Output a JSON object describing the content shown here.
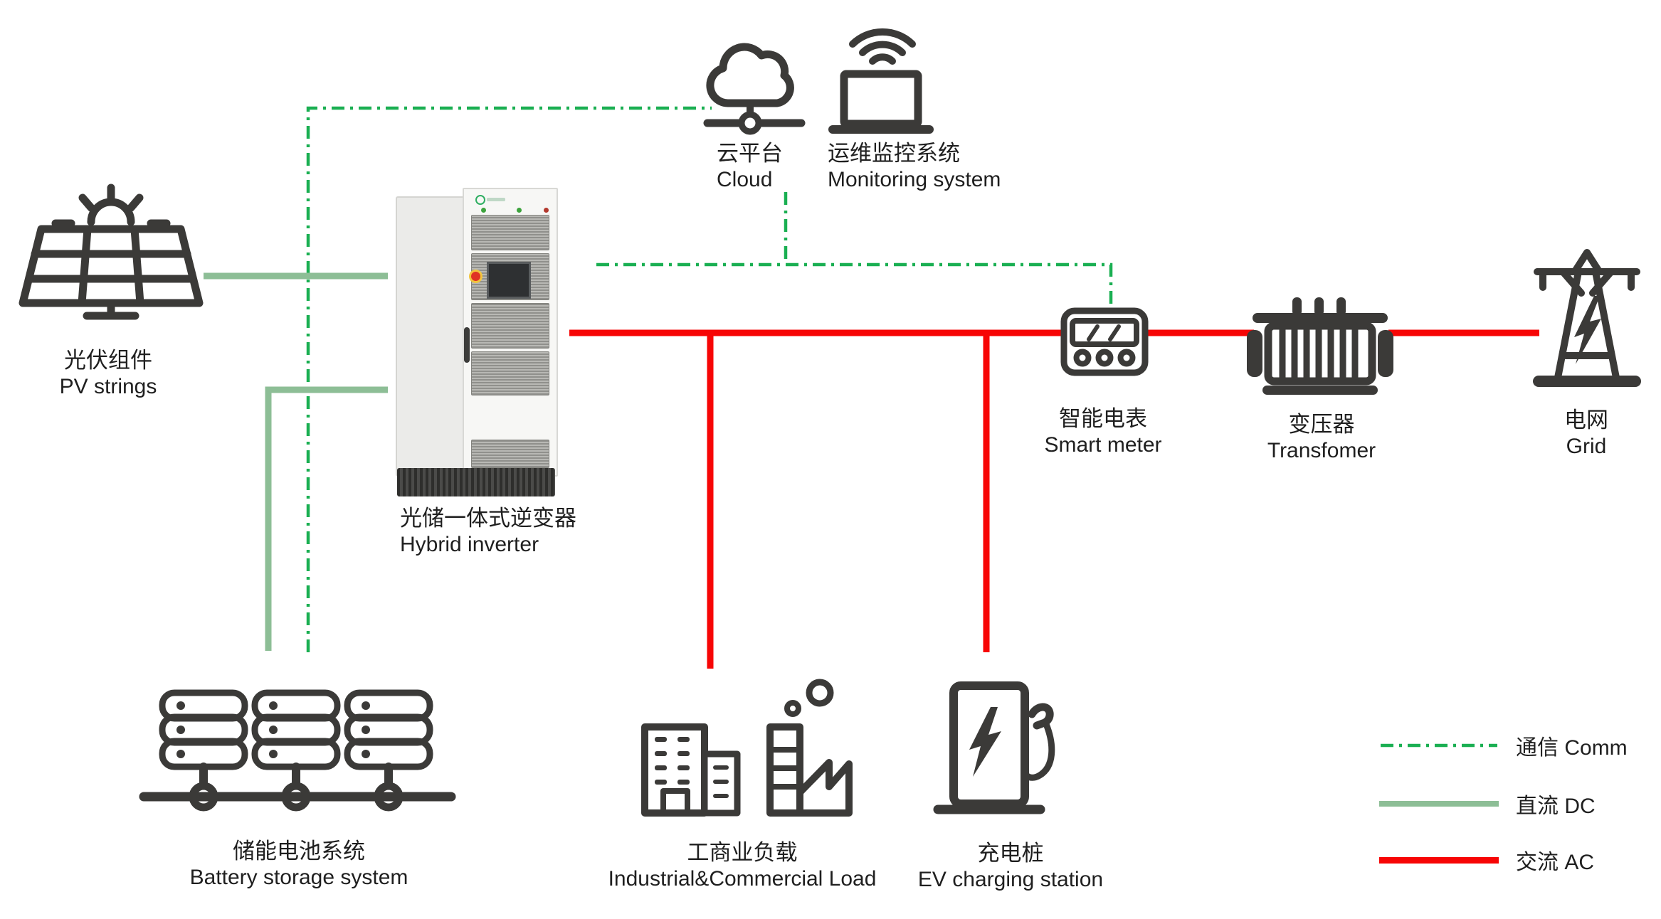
{
  "colors": {
    "comm": "#1aaf52",
    "dc": "#8dbe96",
    "ac": "#f70505",
    "icon": "#3b3a38",
    "text": "#1f1f1f"
  },
  "nodes": {
    "pv": {
      "zh": "光伏组件",
      "en": "PV strings"
    },
    "cloud": {
      "zh": "云平台",
      "en": "Cloud"
    },
    "monitoring": {
      "zh": "运维监控系统",
      "en": "Monitoring system"
    },
    "inverter": {
      "zh": "光储一体式逆变器",
      "en": "Hybrid inverter"
    },
    "meter": {
      "zh": "智能电表",
      "en": "Smart meter"
    },
    "transformer": {
      "zh": "变压器",
      "en": "Transfomer"
    },
    "grid": {
      "zh": "电网",
      "en": "Grid"
    },
    "battery": {
      "zh": "储能电池系统",
      "en": "Battery storage system"
    },
    "load": {
      "zh": "工商业负载",
      "en": "Industrial&Commercial Load"
    },
    "ev": {
      "zh": "充电桩",
      "en": "EV charging station"
    }
  },
  "legend": {
    "comm": {
      "zh": "通信",
      "en": "Comm"
    },
    "dc": {
      "zh": "直流",
      "en": "DC"
    },
    "ac": {
      "zh": "交流",
      "en": "AC"
    }
  }
}
